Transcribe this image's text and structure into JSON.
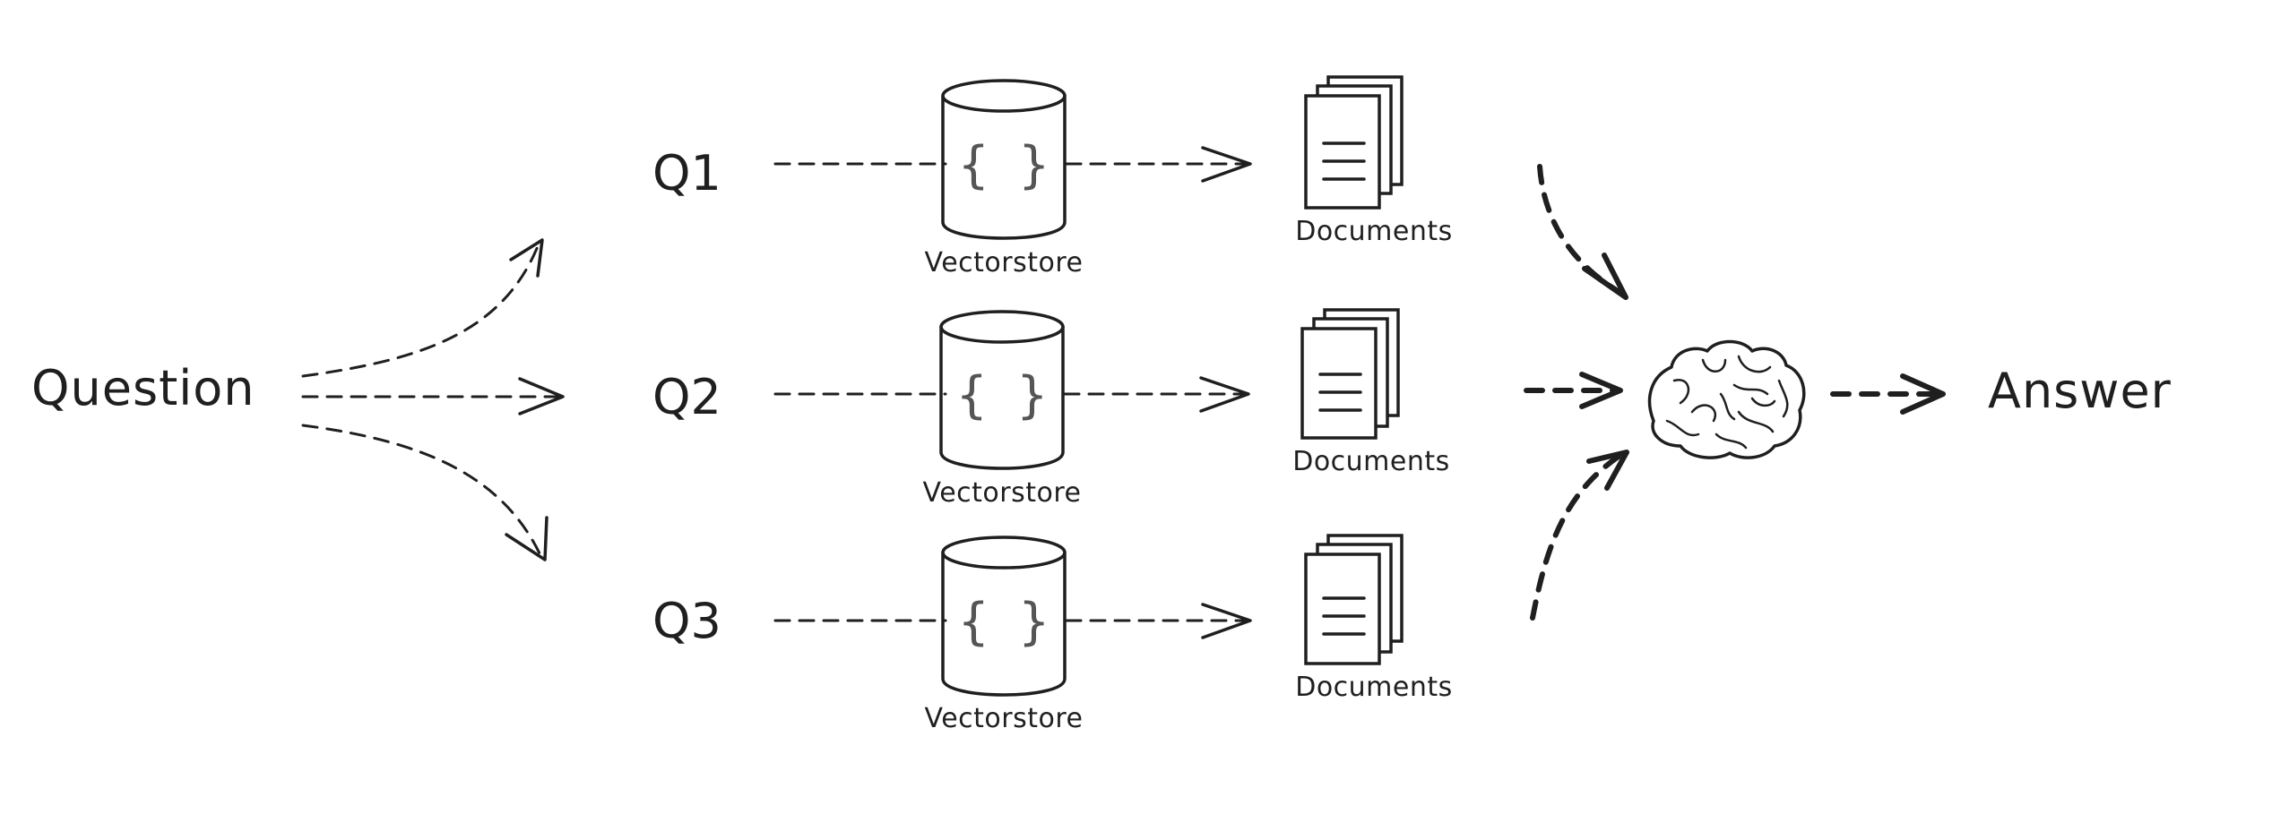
{
  "diagram": {
    "input_label": "Question",
    "queries": [
      {
        "label": "Q1",
        "store_label": "Vectorstore",
        "store_icon": "{ }",
        "docs_label": "Documents"
      },
      {
        "label": "Q2",
        "store_label": "Vectorstore",
        "store_icon": "{ }",
        "docs_label": "Documents"
      },
      {
        "label": "Q3",
        "store_label": "Vectorstore",
        "store_icon": "{ }",
        "docs_label": "Documents"
      }
    ],
    "llm_icon": "brain-icon",
    "output_label": "Answer"
  }
}
